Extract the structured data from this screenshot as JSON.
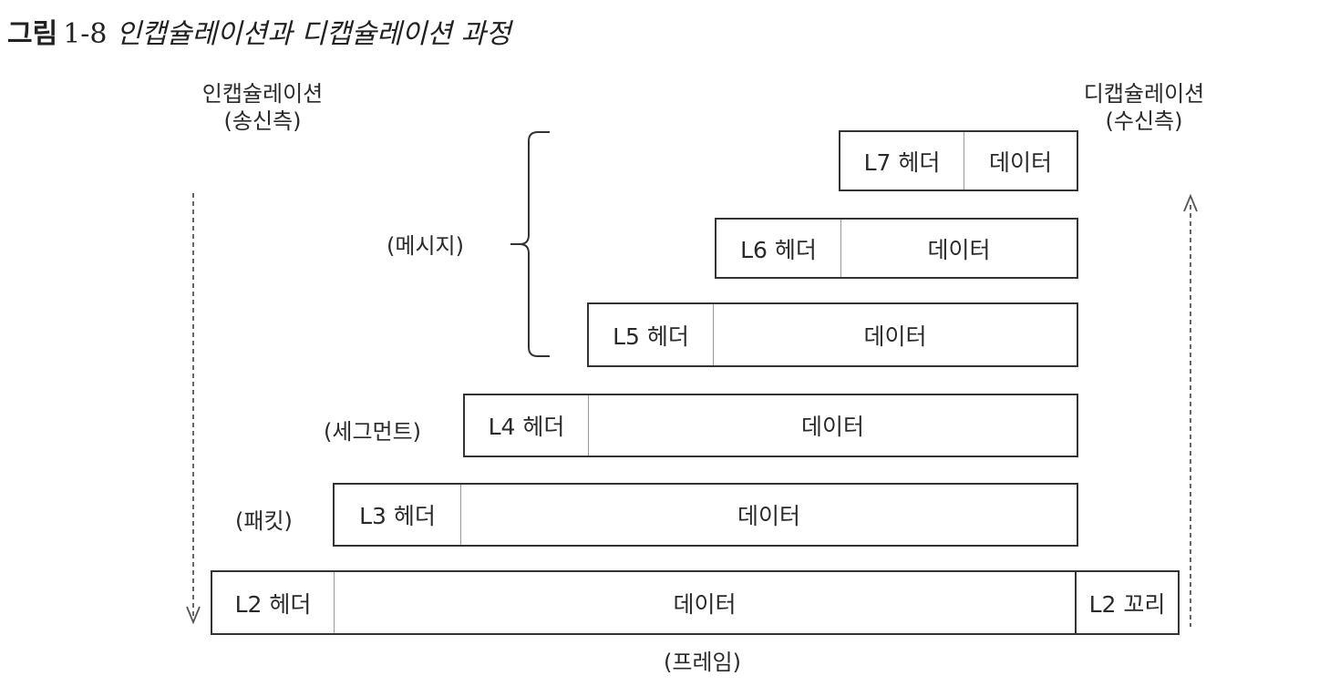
{
  "caption": {
    "number_label": "그림",
    "number": "1-8",
    "title": "인캡슐레이션과 디캡슐레이션 과정"
  },
  "sender": {
    "title": "인캡슐레이션",
    "subtitle": "(송신측)"
  },
  "receiver": {
    "title": "디캡슐레이션",
    "subtitle": "(수신측)"
  },
  "pdu_labels": {
    "message": "(메시지)",
    "segment": "(세그먼트)",
    "packet": "(패킷)",
    "frame": "(프레임)"
  },
  "layers": {
    "l7": {
      "header": "L7 헤더",
      "data": "데이터"
    },
    "l6": {
      "header": "L6 헤더",
      "data": "데이터"
    },
    "l5": {
      "header": "L5 헤더",
      "data": "데이터"
    },
    "l4": {
      "header": "L4 헤더",
      "data": "데이터"
    },
    "l3": {
      "header": "L3 헤더",
      "data": "데이터"
    },
    "l2": {
      "header": "L2 헤더",
      "data": "데이터",
      "trailer": "L2 꼬리"
    }
  }
}
